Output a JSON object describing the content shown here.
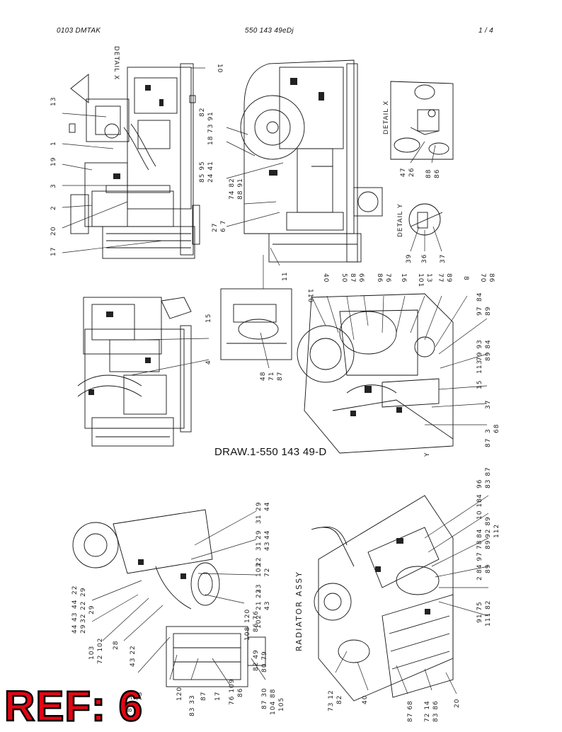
{
  "header": {
    "left": "0103   DMTAK",
    "center": "550 143 49eDj",
    "right": "1 /   4"
  },
  "drawing_title": "DRAW.1-550 143 49-D",
  "stamp": "REF: 6",
  "section_labels": {
    "detail_x_1": "DETAIL X",
    "detail_x_2": "DETAIL X",
    "detail_y": "DETAIL Y",
    "radiator": "RADIATOR ASSY"
  },
  "views": {
    "top_left": [
      "10",
      "13",
      "1",
      "19",
      "3",
      "2",
      "20",
      "17"
    ],
    "top_center": [
      "82",
      "73 91",
      "18",
      "85 95",
      "24 41",
      "74 82",
      "88 91",
      "27",
      "6 7",
      "11"
    ],
    "detail_x": [
      "47",
      "26",
      "88",
      "86"
    ],
    "detail_y": [
      "39",
      "36",
      "37"
    ],
    "middle_left": [
      "15",
      "4"
    ],
    "detail_inset": [
      "48",
      "71",
      "87"
    ],
    "middle_right": [
      "110",
      "40",
      "50",
      "87",
      "66",
      "86",
      "76",
      "16",
      "101",
      "13",
      "77",
      "89",
      "8",
      "70",
      "86",
      "84",
      "97",
      "89",
      "79 93",
      "89 84",
      "15",
      "113",
      "37",
      "3",
      "87",
      "68",
      "Y"
    ],
    "bottom_left": [
      "31",
      "29",
      "44",
      "31",
      "29",
      "22",
      "43",
      "44",
      "23",
      "103",
      "72",
      "21",
      "23",
      "102",
      "43",
      "44",
      "22",
      "29",
      "43",
      "22",
      "29",
      "44",
      "29",
      "32",
      "103",
      "72 102",
      "28",
      "43 22",
      "120",
      "108",
      "86 76",
      "82 49",
      "80 79",
      "120",
      "88 34",
      "73",
      "83 33",
      "87",
      "17",
      "76 109",
      "86",
      "87 30",
      "104 88",
      "105"
    ],
    "bottom_right": [
      "96",
      "83 87",
      "4",
      "10 18",
      "84",
      "78",
      "89",
      "92 89",
      "112",
      "84 97",
      "89",
      "2",
      "91 75",
      "111 82",
      "73 12",
      "82",
      "40",
      "87 68",
      "72 14",
      "83 86",
      "20"
    ]
  }
}
